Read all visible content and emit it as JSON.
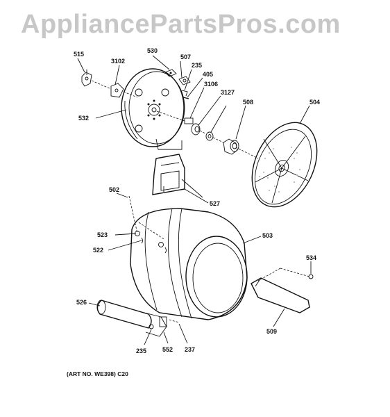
{
  "watermark": "AppliancePartsPros.com",
  "art_note": "(ART NO. WE398) C20",
  "parts": {
    "p515": "515",
    "p3102": "3102",
    "p530": "530",
    "p507": "507",
    "p235a": "235",
    "p405": "405",
    "p3106": "3106",
    "p3127": "3127",
    "p508": "508",
    "p504": "504",
    "p532": "532",
    "p502": "502",
    "p527": "527",
    "p523": "523",
    "p503": "503",
    "p522": "522",
    "p534": "534",
    "p526": "526",
    "p509": "509",
    "p235b": "235",
    "p552": "552",
    "p237": "237"
  }
}
